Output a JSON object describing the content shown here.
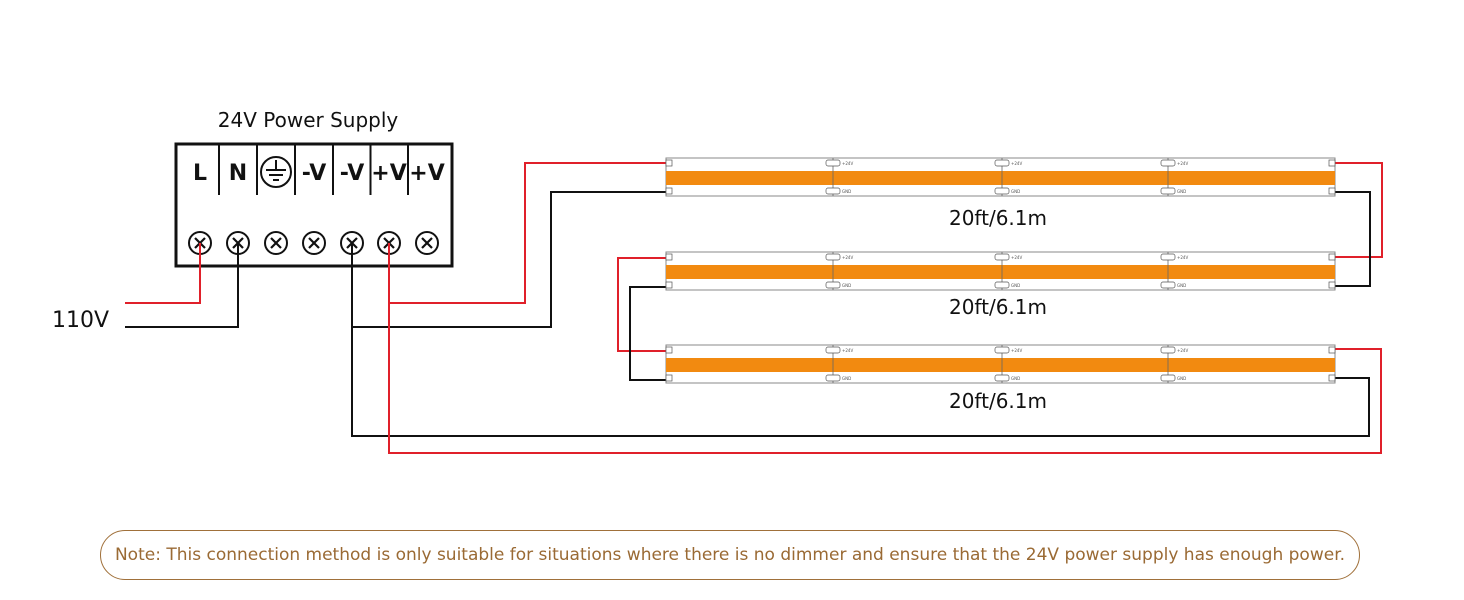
{
  "power_supply": {
    "title": "24V Power Supply",
    "terminals": [
      "L",
      "N",
      "⏚",
      "-V",
      "-V",
      "+V",
      "+V"
    ]
  },
  "input_label": "110V",
  "strips": [
    {
      "length_label": "20ft/6.1m"
    },
    {
      "length_label": "20ft/6.1m"
    },
    {
      "length_label": "20ft/6.1m"
    }
  ],
  "strip_pads": {
    "plus": "+24V",
    "minus": "GND"
  },
  "note": "Note: This connection method is only suitable for situations where there is no dimmer and ensure that the 24V power supply has enough power.",
  "colors": {
    "positive_wire": "#e0202a",
    "negative_wire": "#111111",
    "led_strip": "#f28a10",
    "note_border": "#a0703a",
    "note_text": "#9a6a34"
  }
}
